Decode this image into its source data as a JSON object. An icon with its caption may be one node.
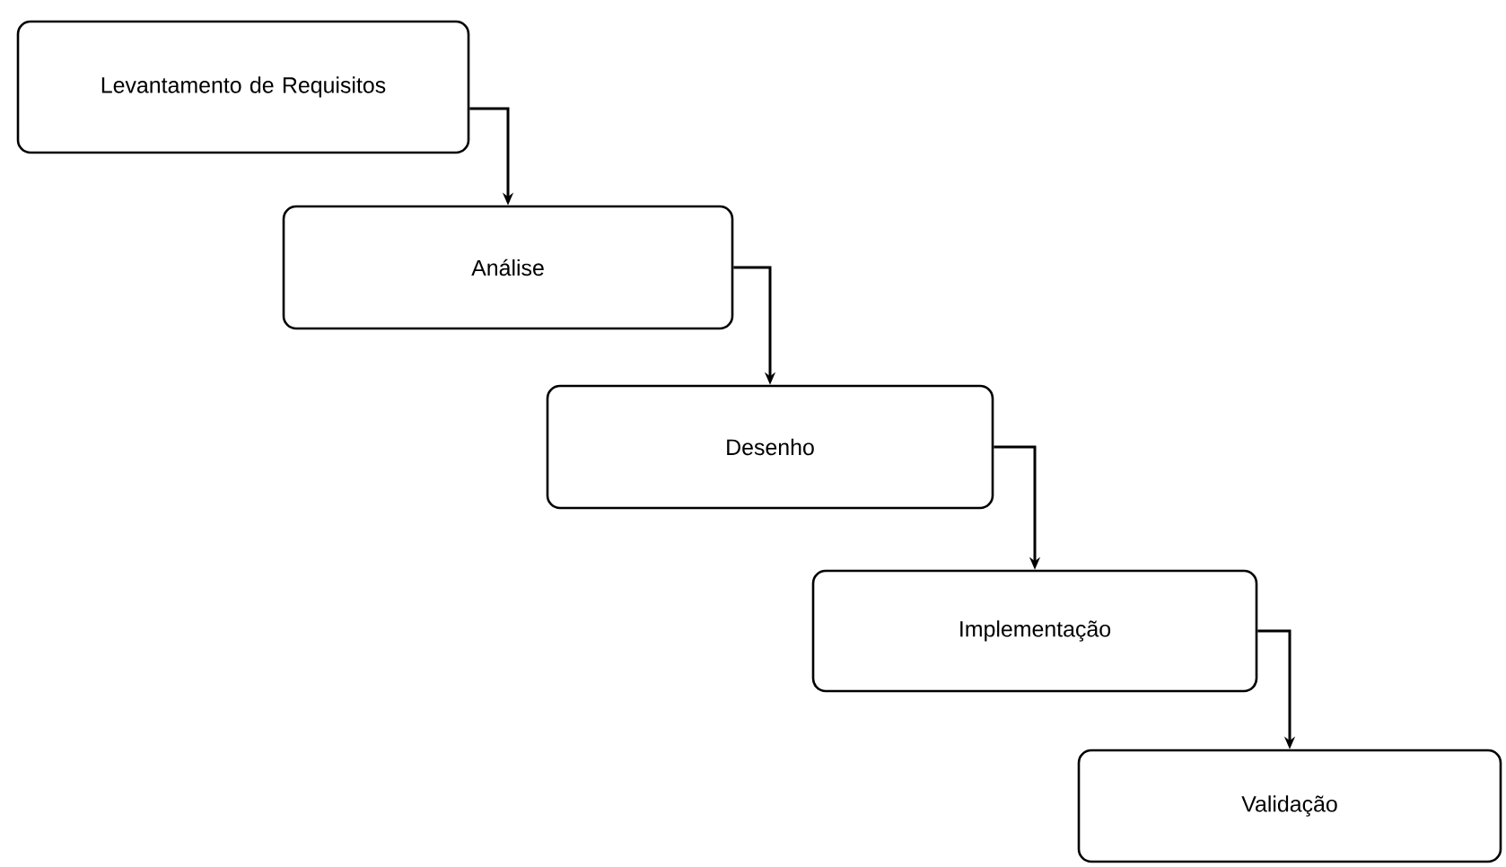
{
  "diagram": {
    "nodes": [
      {
        "text": [
          "Levantamento de Requisitos"
        ]
      },
      {
        "text": [
          "Análise"
        ]
      },
      {
        "text": [
          "Desenho"
        ]
      },
      {
        "text": [
          "Implementação"
        ]
      },
      {
        "text": [
          "Validação"
        ]
      }
    ],
    "edges": [
      {
        "from": 0,
        "to": 1,
        "arrow": "to"
      },
      {
        "from": 1,
        "to": 2,
        "arrow": "to"
      },
      {
        "from": 2,
        "to": 3,
        "arrow": "to"
      },
      {
        "from": 3,
        "to": 4,
        "arrow": "to"
      }
    ]
  }
}
